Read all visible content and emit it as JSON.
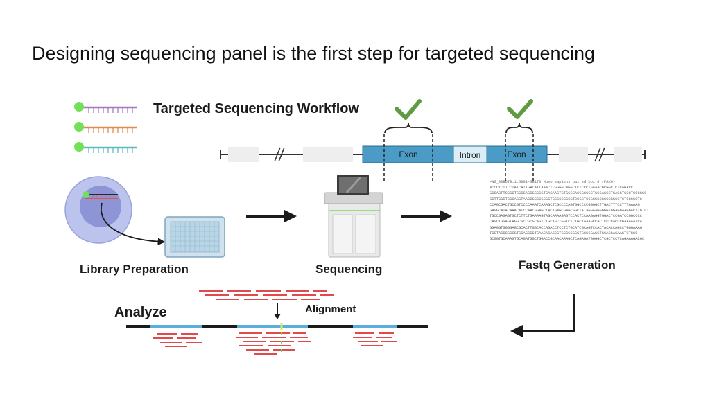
{
  "slide": {
    "title": "Designing sequencing panel is the first step for targeted sequencing"
  },
  "workflow": {
    "title": "Targeted Sequencing Workflow",
    "gene": {
      "exon1_label": "Exon",
      "intron_label": "Intron",
      "exon2_label": "Exon"
    },
    "steps": {
      "library_prep": "Library Preparation",
      "sequencing": "Sequencing",
      "fastq": "Fastq Generation",
      "analyze": "Analyze",
      "alignment": "Alignment"
    },
    "fastq_text": {
      "header": ">NG_008679.1:5001-38170 Homo sapiens paired box 6 (PAX6)",
      "lines": [
        "ACCCTCTTCCTATCATTGACATTAAACTCGGGGCAGGCTCTCCCTGAAACGCGGCTCTCAGACCT",
        "GCCACTTCCCCTGCCGAGCGGCGGTGAGAAGTGTGGGGACCGGCGCTGCCAGCCTCACCTGCCTCCCCGC",
        "CCTTCGCTCCCAGGTAACCGCCCGGGCTCCGCCCGGGTCCGCTCCGGCGCCCGCGGCCTCTCCCGCTG",
        "CCAGCGACTGCCGTCCCCAAATCAAAGCTCGCCCCAGTGGCCCCGGGGCTTGACTTTCCTTTAAAAG",
        "GAGGCATACAAACATCCAACGGAGCTACTGAGCGAGCGGCTATAGGAAGGGGGTGGAGGAAGGACTTGTCTT",
        "TGCCGAGAGTGCTCTTCTGAAAAGTAGCAAAAGAGTCCACTCCAAGAGGTGGACTCCGATCCGGCCCC",
        "CAGCTGGAGTAGGCGCCGCGCAGTCTGCTGCTGGTCTCTGCTAAAGCCACTCCCCACCCGAAAAATCA",
        "GGAGGTGGGGAGCGCACTTGGCACCAGACCTCCTCTGCATCGCAGTCCACTACACCAGCCTGGGAAAG",
        "TCGTACCCGCGGTGGAGCGCTGAAGACACCCTGCCGCGGGTGGGCGAGGTGCAGCAGAAGTCTCCC",
        "GCGGTGCAAAGTGCAGATGGCTGGACCGCAACAAAGCTCAGAGATGGGGCTCGCTCCTCAGAAAGACGC"
      ]
    },
    "colors": {
      "exon": "#4a9cc6",
      "intron": "#dbeef6",
      "check": "#5e9b43",
      "read": "#e04a4a",
      "reference_highlight": "#5aaedc",
      "probe_purple": "#a479c2",
      "probe_orange": "#e08a52",
      "probe_teal": "#5bbcc0",
      "probe_head": "#74e05a"
    }
  }
}
